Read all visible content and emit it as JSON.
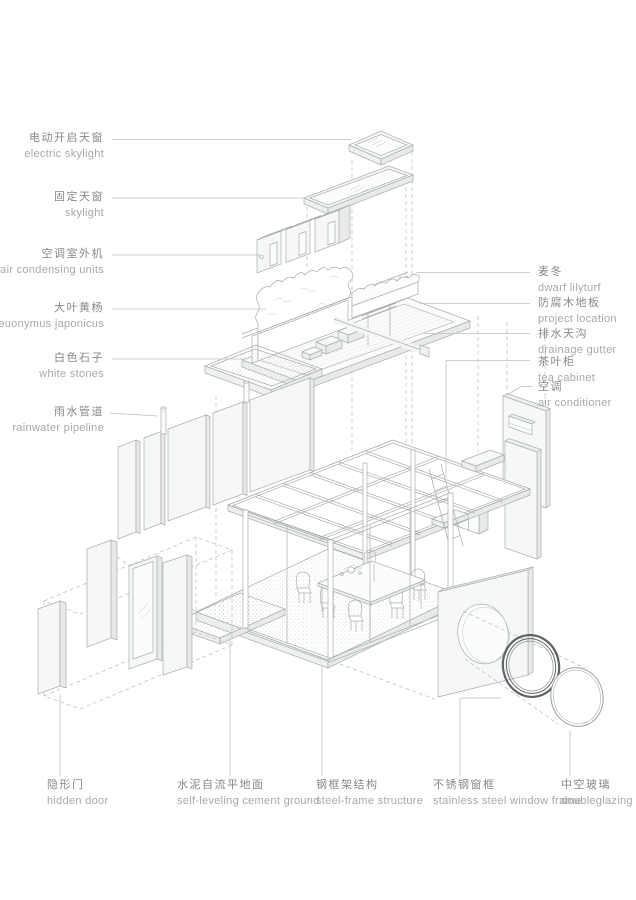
{
  "page": {
    "background": "#ffffff",
    "type": "architectural exploded axonometric diagram"
  },
  "colors": {
    "line": "#a9adb0",
    "dashed_line": "#b7bbbe",
    "leader_line": "#bcc0c3",
    "label_zh": "#85898c",
    "label_en": "#a4a9ac",
    "steel_ring": "#5f6366",
    "panel_fill": "#f6f7f7",
    "stipple_dot": "#b9bdc0"
  },
  "labels": {
    "left": [
      {
        "zh": "电动开启天窗",
        "en": "electric skylight"
      },
      {
        "zh": "固定天窗",
        "en": "skylight"
      },
      {
        "zh": "空调室外机",
        "en": "air condensing units"
      },
      {
        "zh": "大叶黄杨",
        "en": "euonymus japonicus"
      },
      {
        "zh": "白色石子",
        "en": "white stones"
      },
      {
        "zh": "雨水管道",
        "en": "rainwater pipeline"
      }
    ],
    "right": [
      {
        "zh": "麦冬",
        "en": "dwarf lilyturf"
      },
      {
        "zh": "防腐木地板",
        "en": "project location"
      },
      {
        "zh": "排水天沟",
        "en": "drainage gutter"
      },
      {
        "zh": "茶叶柜",
        "en": "tea cabinet"
      },
      {
        "zh": "空调",
        "en": "air conditioner"
      }
    ],
    "bottom": [
      {
        "zh": "隐形门",
        "en": "hidden door"
      },
      {
        "zh": "水泥自流平地面",
        "en": "self-leveling cement ground"
      },
      {
        "zh": "钢框架结构",
        "en": "steel-frame structure"
      },
      {
        "zh": "不锈钢窗框",
        "en": "stainless steel window frame"
      },
      {
        "zh": "中空玻璃",
        "en": "doubleglazing"
      }
    ],
    "parts_depicted": [
      "electric skylight box",
      "fixed skylight panel",
      "air condensing units",
      "hedge wall",
      "dwarf lilyturf strip",
      "roof deck with railing and pergola",
      "white stone tray",
      "drainage gutter bar",
      "rainwater pipes on wall panels",
      "air conditioner on wall panel",
      "tea cabinet",
      "steel frame grid roof",
      "glass tea room with dining table, chairs and ladder",
      "cement ground slab",
      "hidden door panels",
      "wall with round opening",
      "stainless steel ring frame",
      "double glazing disc"
    ]
  }
}
